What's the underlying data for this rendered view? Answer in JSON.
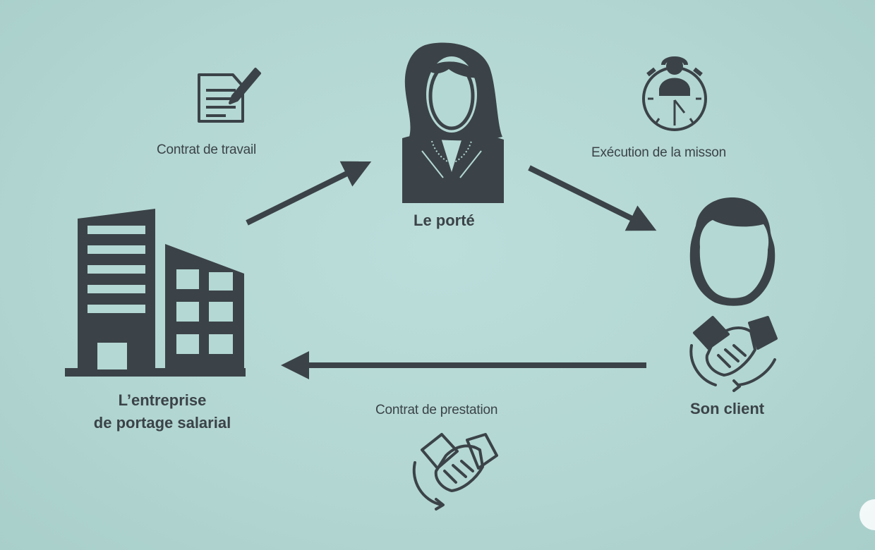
{
  "diagram": {
    "nodes": {
      "company": {
        "line1": "L’entreprise",
        "line2": "de portage salarial",
        "icon": "office-building-icon"
      },
      "worker": {
        "label": "Le porté",
        "icon": "woman-avatar-icon"
      },
      "client": {
        "label": "Son client",
        "icon": "man-avatar-icon"
      }
    },
    "relations": {
      "employment": {
        "label": "Contrat de travail",
        "icon": "contract-document-icon",
        "from": "company",
        "to": "worker"
      },
      "execution": {
        "label": "Exécution de la misson",
        "icon": "stopwatch-icon",
        "from": "worker",
        "to": "client"
      },
      "service": {
        "label": "Contrat de prestation",
        "icon": "handshake-icon",
        "from": "client",
        "to": "company"
      }
    },
    "client_badge_icon": "handshake-icon"
  },
  "colors": {
    "background": "#b4d8d4",
    "ink": "#3b4348"
  }
}
